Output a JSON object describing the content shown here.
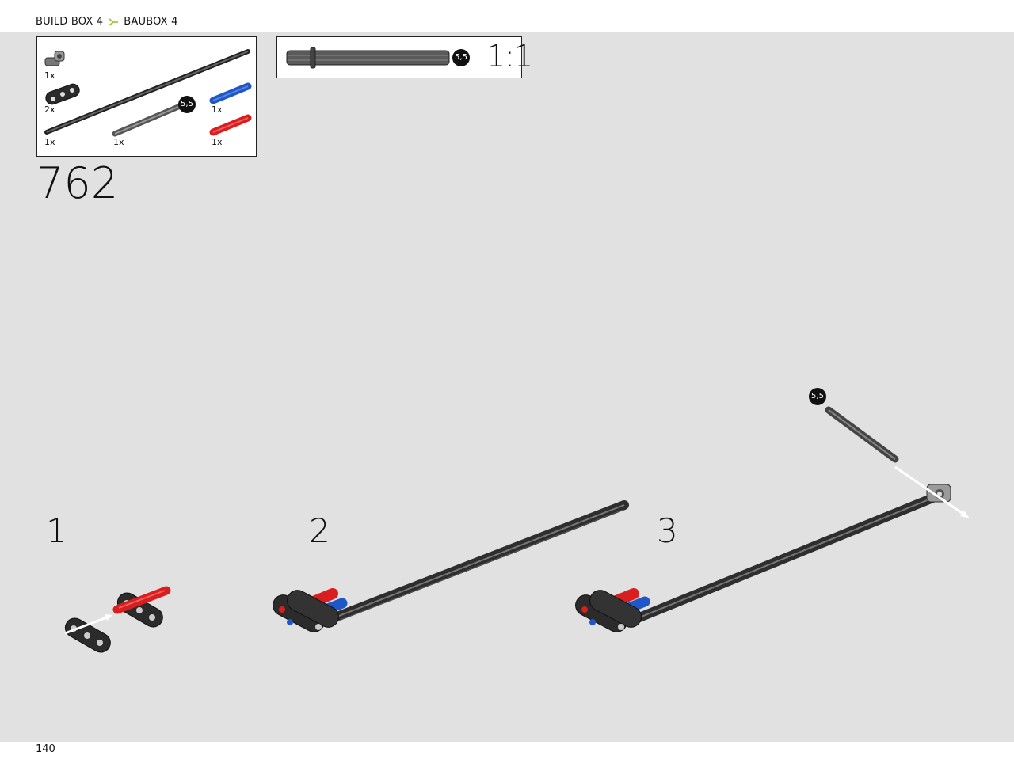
{
  "header": {
    "crumb_1": "BUILD BOX 4",
    "crumb_2": "BAUBOX 4"
  },
  "parts_list": {
    "items": [
      {
        "part": "angle-connector",
        "qty": "1x"
      },
      {
        "part": "liftarm-thick-1x3",
        "qty": "2x"
      },
      {
        "part": "axle-long",
        "qty": "1x"
      },
      {
        "part": "axle-short",
        "qty": "1x"
      },
      {
        "part": "blue-pin",
        "qty": "1x"
      },
      {
        "part": "red-axle-pin",
        "qty": "1x"
      }
    ],
    "axle_length_badge": "5,5"
  },
  "scale_callout": {
    "badge": "5,5",
    "label": "1:1"
  },
  "step": {
    "number": "762",
    "substeps": [
      "1",
      "2",
      "3"
    ],
    "axle_badge": "5,5"
  },
  "page": {
    "number": "140"
  },
  "colors": {
    "page_background": "#e1e1e1",
    "accent_green": "#a6c83c",
    "red_part": "#d81e1e",
    "blue_part": "#1f56c8",
    "dark_part": "#2b2b2b"
  }
}
